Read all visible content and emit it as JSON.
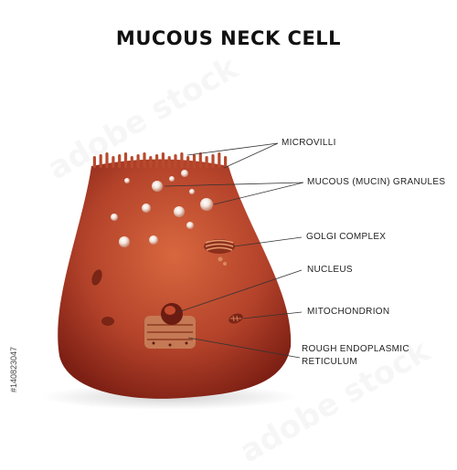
{
  "title": "MUCOUS NECK CELL",
  "labels": {
    "microvilli": "MICROVILLI",
    "mucous_granules": "MUCOUS (MUCIN) GRANULES",
    "golgi": "GOLGI COMPLEX",
    "nucleus": "NUCLEUS",
    "mitochondrion": "MITOCHONDRION",
    "rer": "ROUGH ENDOPLASMIC RETICULUM"
  },
  "stock_id": "#140823047",
  "watermark": "adobe stock",
  "colors": {
    "cell_body": "#b3422a",
    "cell_light": "#d8673f",
    "granule": "#f3e6de",
    "leader_line": "#333333"
  }
}
